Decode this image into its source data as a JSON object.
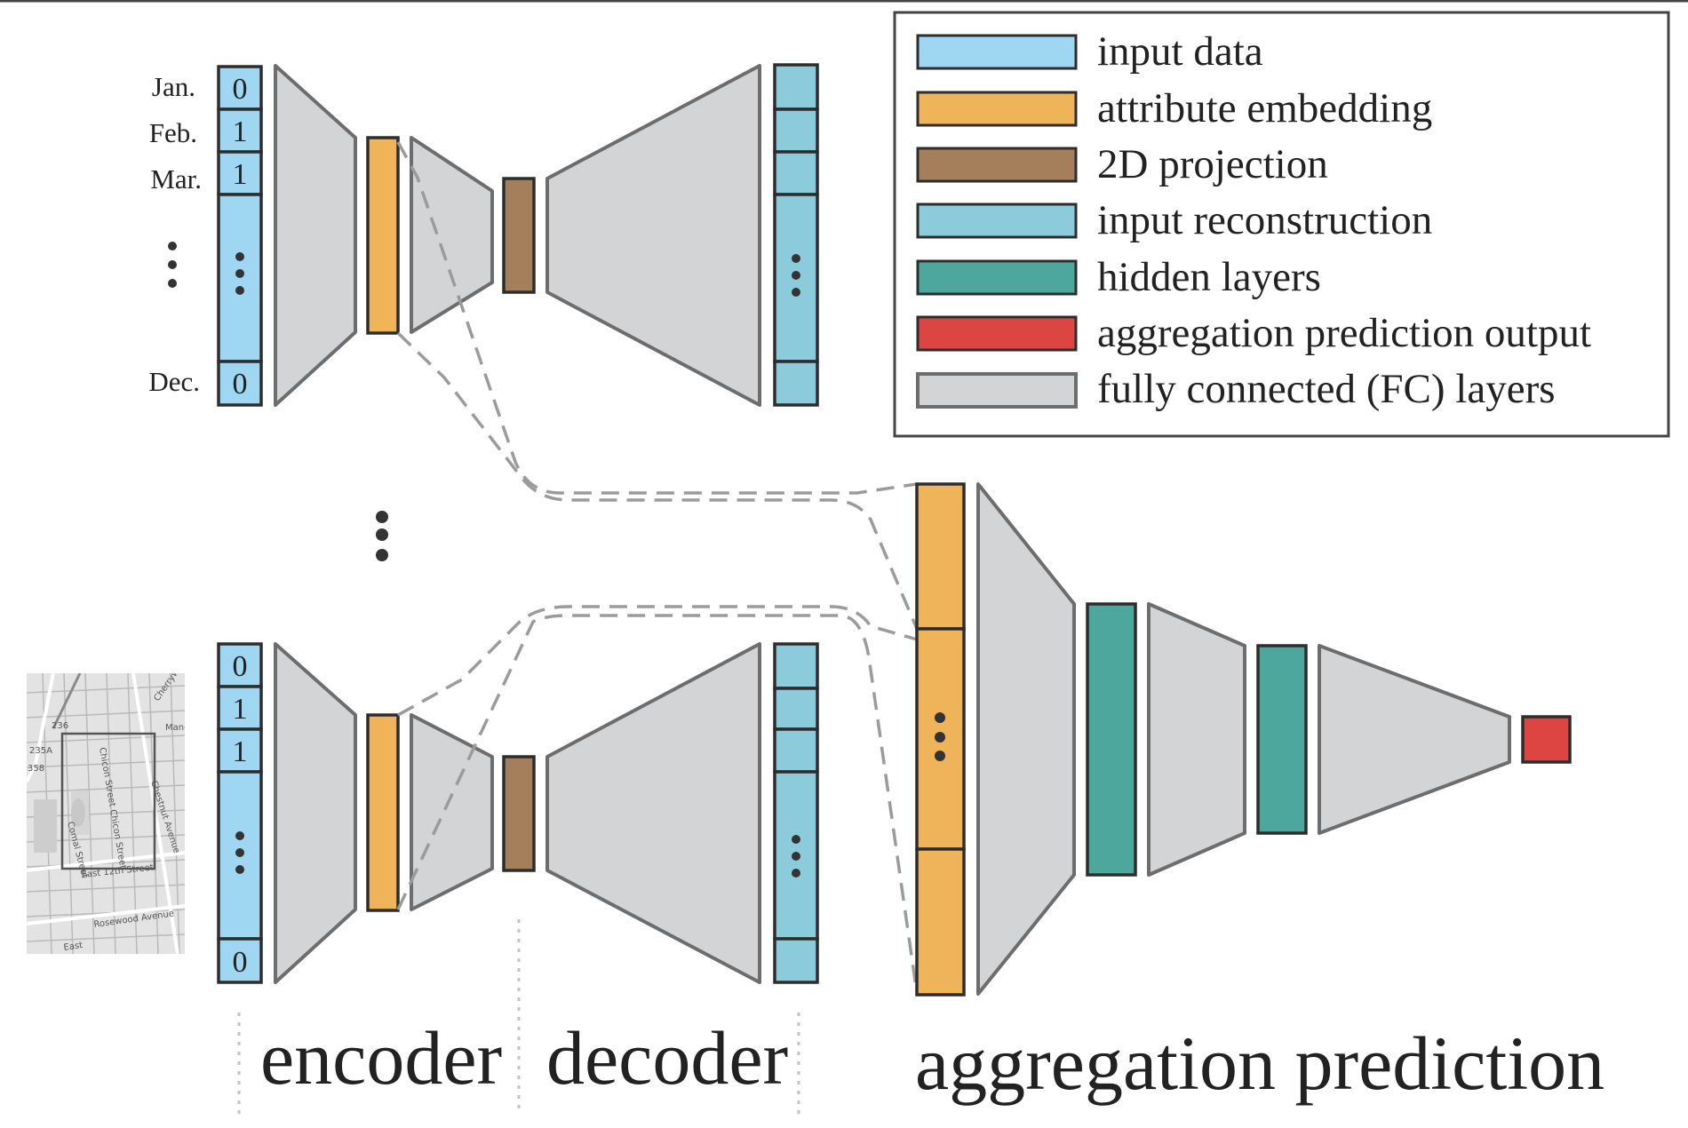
{
  "months": {
    "jan": "Jan.",
    "feb": "Feb.",
    "mar": "Mar.",
    "dec": "Dec."
  },
  "input_values": {
    "jan": "0",
    "feb": "1",
    "mar": "1",
    "dec": "0"
  },
  "legend": {
    "items": [
      {
        "label": "input data",
        "color": "#9fd6f2"
      },
      {
        "label": "attribute embedding",
        "color": "#efb459"
      },
      {
        "label": "2D projection",
        "color": "#a57f5c"
      },
      {
        "label": "input reconstruction",
        "color": "#8ccbdb"
      },
      {
        "label": "hidden layers",
        "color": "#4ea79d"
      },
      {
        "label": "aggregation prediction output",
        "color": "#dc4542"
      },
      {
        "label": "fully connected (FC) layers",
        "color": "#d3d4d6"
      }
    ]
  },
  "sections": {
    "encoder": "encoder",
    "decoder": "decoder",
    "aggregation": "aggregation prediction"
  },
  "map": {
    "streets": [
      "Chicon Street",
      "Chicon Street",
      "Comal Street",
      "East 12th Street",
      "Chestnut Avenue",
      "Rosewood Avenue",
      "Cherrywood",
      "Manor",
      "East",
      "236",
      "235A",
      "358"
    ]
  },
  "colors": {
    "input": "#9fd6f2",
    "embedding": "#efb459",
    "projection": "#a57f5c",
    "reconstruction": "#8ccbdb",
    "hidden": "#4ea79d",
    "output": "#dc4542",
    "fc": "#d3d4d6"
  }
}
